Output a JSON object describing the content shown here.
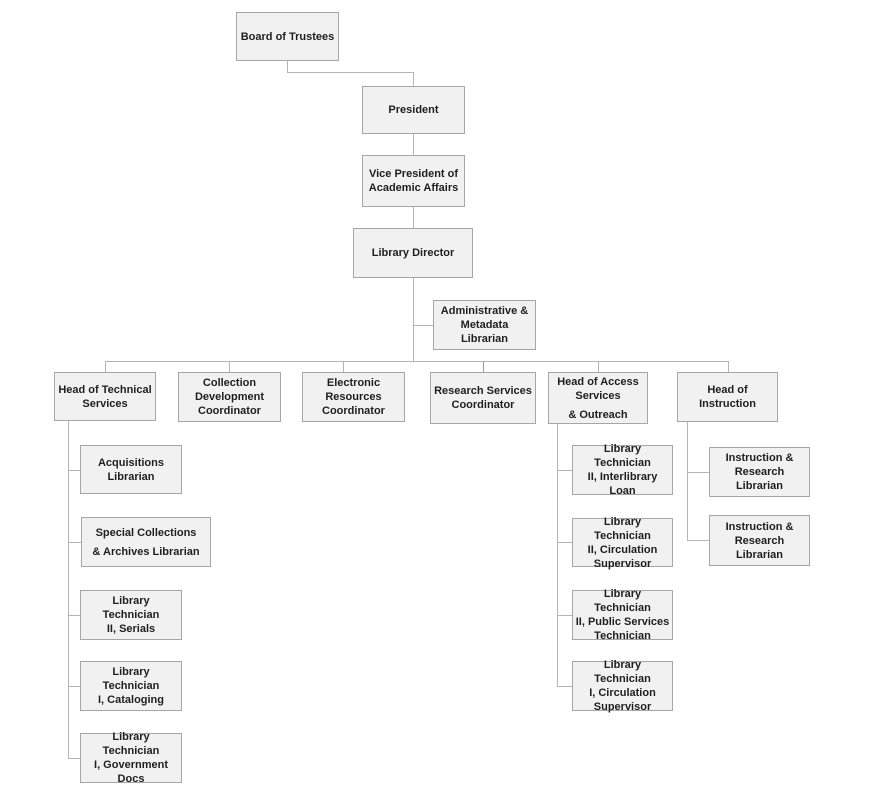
{
  "chart": {
    "type": "org-chart",
    "colors": {
      "box_fill": "#f1f1f1",
      "box_border": "#a6a6a6",
      "connector": "#b5b5b5",
      "connector_accent": "#75a3c7",
      "text": "#1f1f1f"
    },
    "nodes": {
      "board": {
        "label": "Board of Trustees"
      },
      "president": {
        "label": "President"
      },
      "vp": {
        "label": "Vice President of\nAcademic Affairs"
      },
      "director": {
        "label": "Library Director"
      },
      "admin": {
        "label": "Administrative &\nMetadata Librarian"
      },
      "head_tech": {
        "label": "Head of Technical\nServices"
      },
      "coll_dev": {
        "label": "Collection\nDevelopment\nCoordinator"
      },
      "e_res": {
        "label": "Electronic\nResources\nCoordinator"
      },
      "research": {
        "label": "Research Services\nCoordinator"
      },
      "head_access": {
        "label": "Head of Access\nServices",
        "label2": "& Outreach"
      },
      "head_instr": {
        "label": "Head of Instruction"
      },
      "acquisitions": {
        "label": "Acquisitions\nLibrarian"
      },
      "special_coll": {
        "label": "Special Collections",
        "label2": "& Archives Librarian"
      },
      "lt2_serials": {
        "label": "Library Technician\nII, Serials"
      },
      "lt1_cataloging": {
        "label": "Library Technician\nI, Cataloging"
      },
      "lt1_govdocs": {
        "label": "Library Technician\nI, Government\nDocs"
      },
      "lt2_ill": {
        "label": "Library Technician\nII, Interlibrary Loan"
      },
      "lt2_circ": {
        "label": "Library Technician\nII, Circulation\nSupervisor"
      },
      "lt2_public": {
        "label": "Library Technician\nII, Public Services\nTechnician"
      },
      "lt1_circ": {
        "label": "Library Technician\nI, Circulation\nSupervisor"
      },
      "ir_top": {
        "label": "Instruction &\nResearch Librarian"
      },
      "ir_bottom": {
        "label": "Instruction &\nResearch Librarian"
      }
    }
  }
}
